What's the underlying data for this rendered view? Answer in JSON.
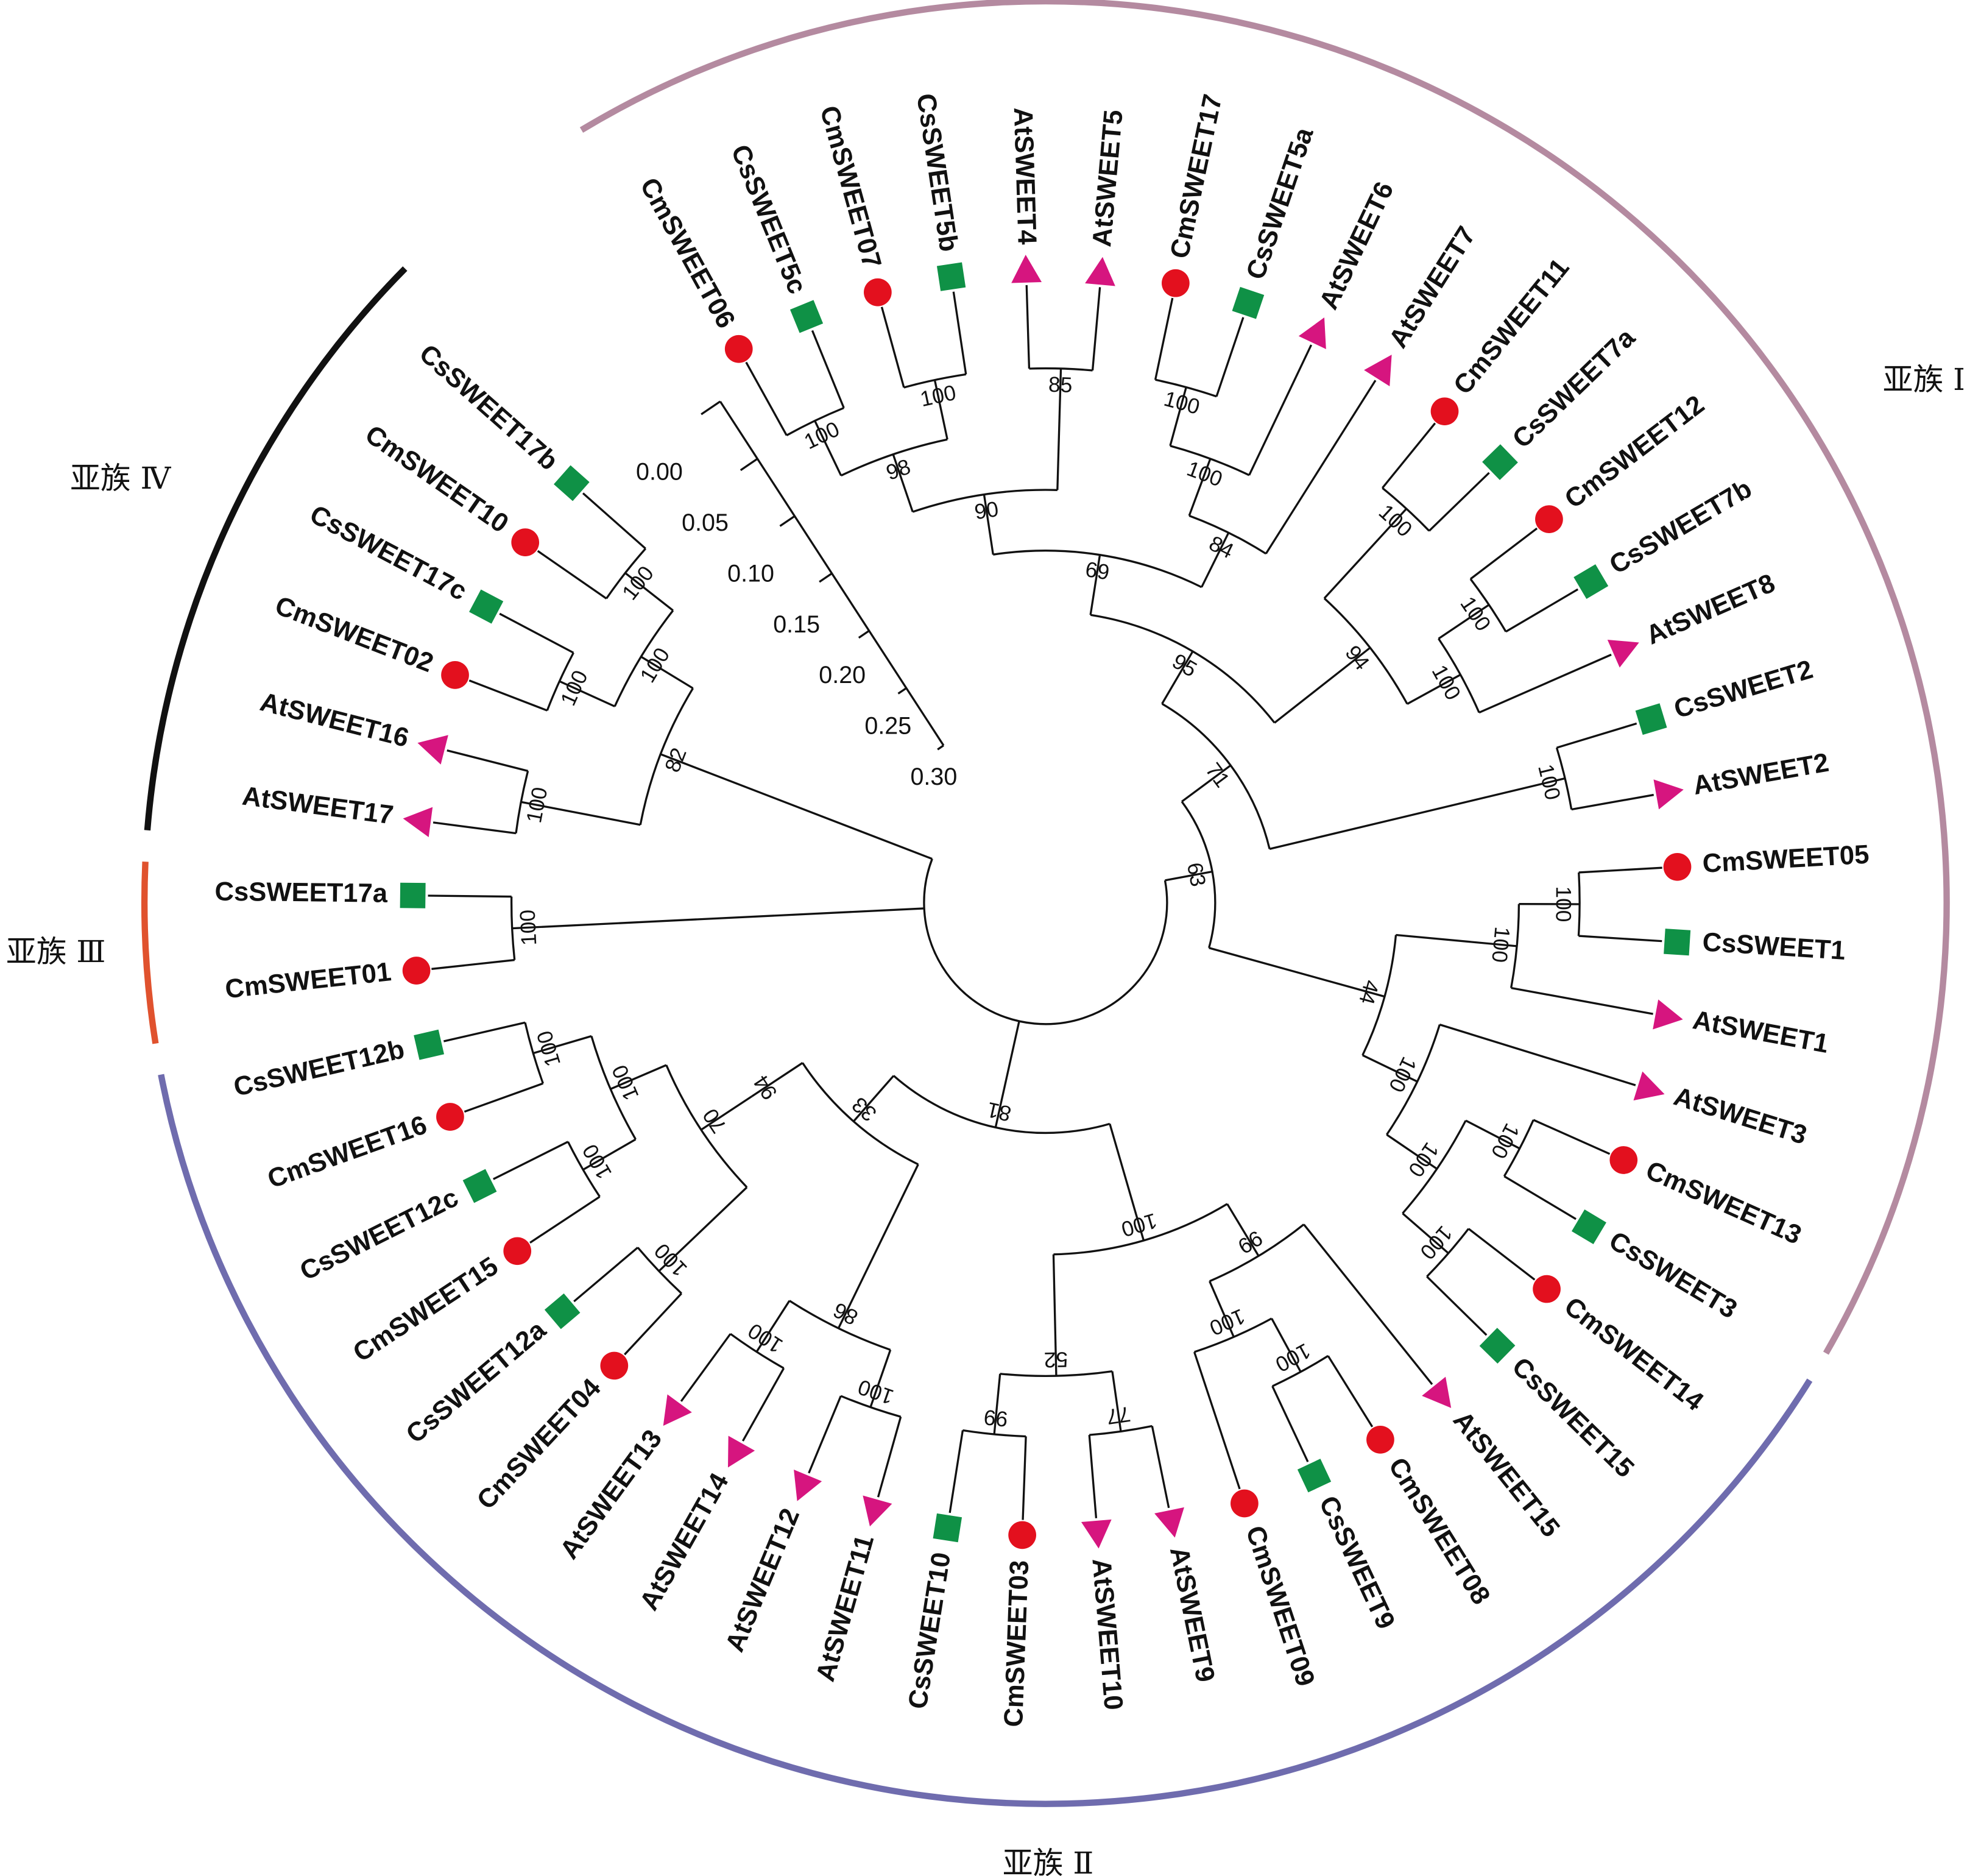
{
  "colors": {
    "Cm": "#e3101e",
    "Cs": "#0f9146",
    "At": "#d6157f",
    "subfamily_I": "#b48aa0",
    "subfamily_II": "#6f6cae",
    "subfamily_III": "#e0522e",
    "subfamily_IV": "#111111",
    "branch": "#111111"
  },
  "marker_shapes": {
    "Cm": "circle",
    "Cs": "square",
    "At": "triangle"
  },
  "subfamilies": [
    {
      "id": "I",
      "label": "亚族 Ⅰ"
    },
    {
      "id": "II",
      "label": "亚族 Ⅱ"
    },
    {
      "id": "III",
      "label": "亚族 Ⅲ"
    },
    {
      "id": "IV",
      "label": "亚族 Ⅳ"
    }
  ],
  "scale": {
    "ticks": [
      "0.00",
      "0.05",
      "0.10",
      "0.15",
      "0.20",
      "0.25",
      "0.30"
    ]
  },
  "tree": {
    "c": [
      {
        "sub": "I",
        "b": 63,
        "c": [
          {
            "b": 71,
            "c": [
              {
                "b": 95,
                "c": [
                  {
                    "b": 69,
                    "c": [
                      {
                        "b": 90,
                        "c": [
                          {
                            "b": 98,
                            "c": [
                              {
                                "b": 100,
                                "c": [
                                  "CmSWEET06",
                                  "CsSWEET5c"
                                ]
                              },
                              {
                                "b": 100,
                                "c": [
                                  "CmSWEET07",
                                  "CsSWEET5b"
                                ]
                              }
                            ]
                          },
                          {
                            "b": 85,
                            "c": [
                              "AtSWEET4",
                              "AtSWEET5"
                            ]
                          }
                        ]
                      },
                      {
                        "b": 84,
                        "c": [
                          {
                            "b": 100,
                            "c": [
                              {
                                "b": 100,
                                "c": [
                                  "CmSWEET17",
                                  "CsSWEET5a"
                                ]
                              },
                              "AtSWEET6"
                            ]
                          },
                          "AtSWEET7"
                        ]
                      }
                    ]
                  },
                  {
                    "b": 94,
                    "c": [
                      {
                        "b": 100,
                        "c": [
                          "CmSWEET11",
                          "CsSWEET7a"
                        ]
                      },
                      {
                        "b": 100,
                        "c": [
                          {
                            "b": 100,
                            "c": [
                              "CmSWEET12",
                              "CsSWEET7b"
                            ]
                          },
                          "AtSWEET8"
                        ]
                      }
                    ]
                  }
                ]
              },
              {
                "b": 100,
                "c": [
                  "CsSWEET2",
                  "AtSWEET2"
                ]
              }
            ]
          },
          {
            "b": 44,
            "c": [
              {
                "b": 100,
                "c": [
                  {
                    "b": 100,
                    "c": [
                      "CmSWEET05",
                      "CsSWEET1"
                    ]
                  },
                  "AtSWEET1"
                ]
              },
              {
                "b": 100,
                "c": [
                  "AtSWEET3",
                  {
                    "b": 100,
                    "c": [
                      {
                        "b": 100,
                        "c": [
                          "CmSWEET13",
                          "CsSWEET3"
                        ]
                      },
                      {
                        "b": 100,
                        "c": [
                          "CmSWEET14",
                          "CsSWEET15"
                        ]
                      }
                    ]
                  }
                ]
              }
            ]
          }
        ]
      },
      {
        "sub": "II",
        "b": 81,
        "c": [
          {
            "b": 100,
            "c": [
              {
                "b": 99,
                "c": [
                  "AtSWEET15",
                  {
                    "b": 100,
                    "c": [
                      {
                        "b": 100,
                        "c": [
                          "CmSWEET08",
                          "CsSWEET9"
                        ]
                      },
                      "CmSWEET09"
                    ]
                  }
                ]
              },
              {
                "b": 52,
                "c": [
                  {
                    "b": 77,
                    "c": [
                      "AtSWEET9",
                      "AtSWEET10"
                    ]
                  },
                  {
                    "b": 99,
                    "c": [
                      "CmSWEET03",
                      "CsSWEET10"
                    ]
                  }
                ]
              }
            ]
          },
          {
            "b": 33,
            "c": [
              {
                "b": 86,
                "c": [
                  {
                    "b": 100,
                    "c": [
                      "AtSWEET11",
                      "AtSWEET12"
                    ]
                  },
                  {
                    "b": 100,
                    "c": [
                      "AtSWEET14",
                      "AtSWEET13"
                    ]
                  }
                ]
              },
              {
                "b": 94,
                "c": [
                  {
                    "b": 70,
                    "c": [
                      {
                        "b": 100,
                        "c": [
                          "CmSWEET04",
                          "CsSWEET12a"
                        ]
                      },
                      {
                        "b": 100,
                        "c": [
                          {
                            "b": 100,
                            "c": [
                              "CmSWEET15",
                              "CsSWEET12c"
                            ]
                          },
                          {
                            "b": 100,
                            "c": [
                              "CmSWEET16",
                              "CsSWEET12b"
                            ]
                          }
                        ]
                      }
                    ]
                  }
                ]
              }
            ]
          }
        ]
      },
      {
        "sub": "III",
        "b": 100,
        "c": [
          "CmSWEET01",
          "CsSWEET17a"
        ]
      },
      {
        "sub": "IV",
        "b": 82,
        "c": [
          {
            "b": 100,
            "c": [
              "AtSWEET17",
              "AtSWEET16"
            ]
          },
          {
            "b": 100,
            "c": [
              {
                "b": 100,
                "c": [
                  "CmSWEET02",
                  "CsSWEET17c"
                ]
              },
              {
                "b": 100,
                "c": [
                  "CmSWEET10",
                  "CsSWEET17b"
                ]
              }
            ]
          }
        ]
      }
    ]
  }
}
